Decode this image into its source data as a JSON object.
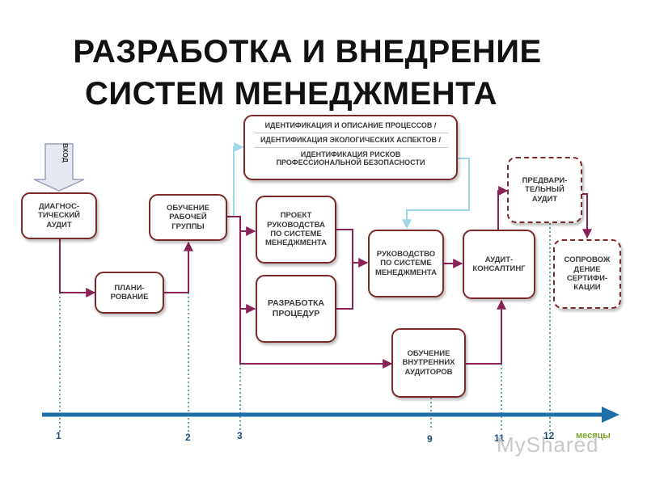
{
  "title": {
    "line1": "РАЗРАБОТКА И ВНЕДРЕНИЕ",
    "line2": "СИСТЕМ МЕНЕДЖМЕНТА"
  },
  "input_arrow": {
    "label": "ВХОД"
  },
  "boxes": {
    "diagnostic": "ДИАГНОС-\nТИЧЕСКИЙ\nАУДИТ",
    "planning": "ПЛАНИ-\nРОВАНИЕ",
    "training": "ОБУЧЕНИЕ\nРАБОЧЕЙ\nГРУППЫ",
    "top_line1": "ИДЕНТИФИКАЦИЯ И ОПИСАНИЕ ПРОЦЕССОВ /",
    "top_line2": "ИДЕНТИФИКАЦИЯ ЭКОЛОГИЧЕСКИХ АСПЕКТОВ /",
    "top_line3": "ИДЕНТИФИКАЦИЯ РИСКОВ\nПРОФЕССИОНАЛЬНОЙ БЕЗОПАСНОСТИ",
    "manual_project": "ПРОЕКТ\nРУКОВОДСТВА\nПО СИСТЕМЕ\nМЕНЕДЖМЕНТА",
    "procedures": "РАЗРАБОТКА\nПРОЦЕДУР",
    "manual": "РУКОВОДСТВО\nПО СИСТЕМЕ\nМЕНЕДЖМЕНТА",
    "internal_auditors": "ОБУЧЕНИЕ\nВНУТРЕННИХ\nАУДИТОРОВ",
    "audit_consulting": "АУДИТ-\nКОНСАЛТИНГ",
    "pre_audit": "ПРЕДВАРИ-\nТЕЛЬНЫЙ\nАУДИТ",
    "certification": "СОПРОВОЖ\nДЕНИЕ\nСЕРТИФИ-\nКАЦИИ"
  },
  "timeline": {
    "unit_label": "месяцы",
    "ticks": [
      "1",
      "2",
      "3",
      "9",
      "11",
      "12"
    ]
  },
  "colors": {
    "box_border": "#7a2a2a",
    "connector": "#8b2257",
    "timeline": "#1d6fa5",
    "feedback_arrow": "#9fd6e6"
  },
  "watermark": "MyShared"
}
